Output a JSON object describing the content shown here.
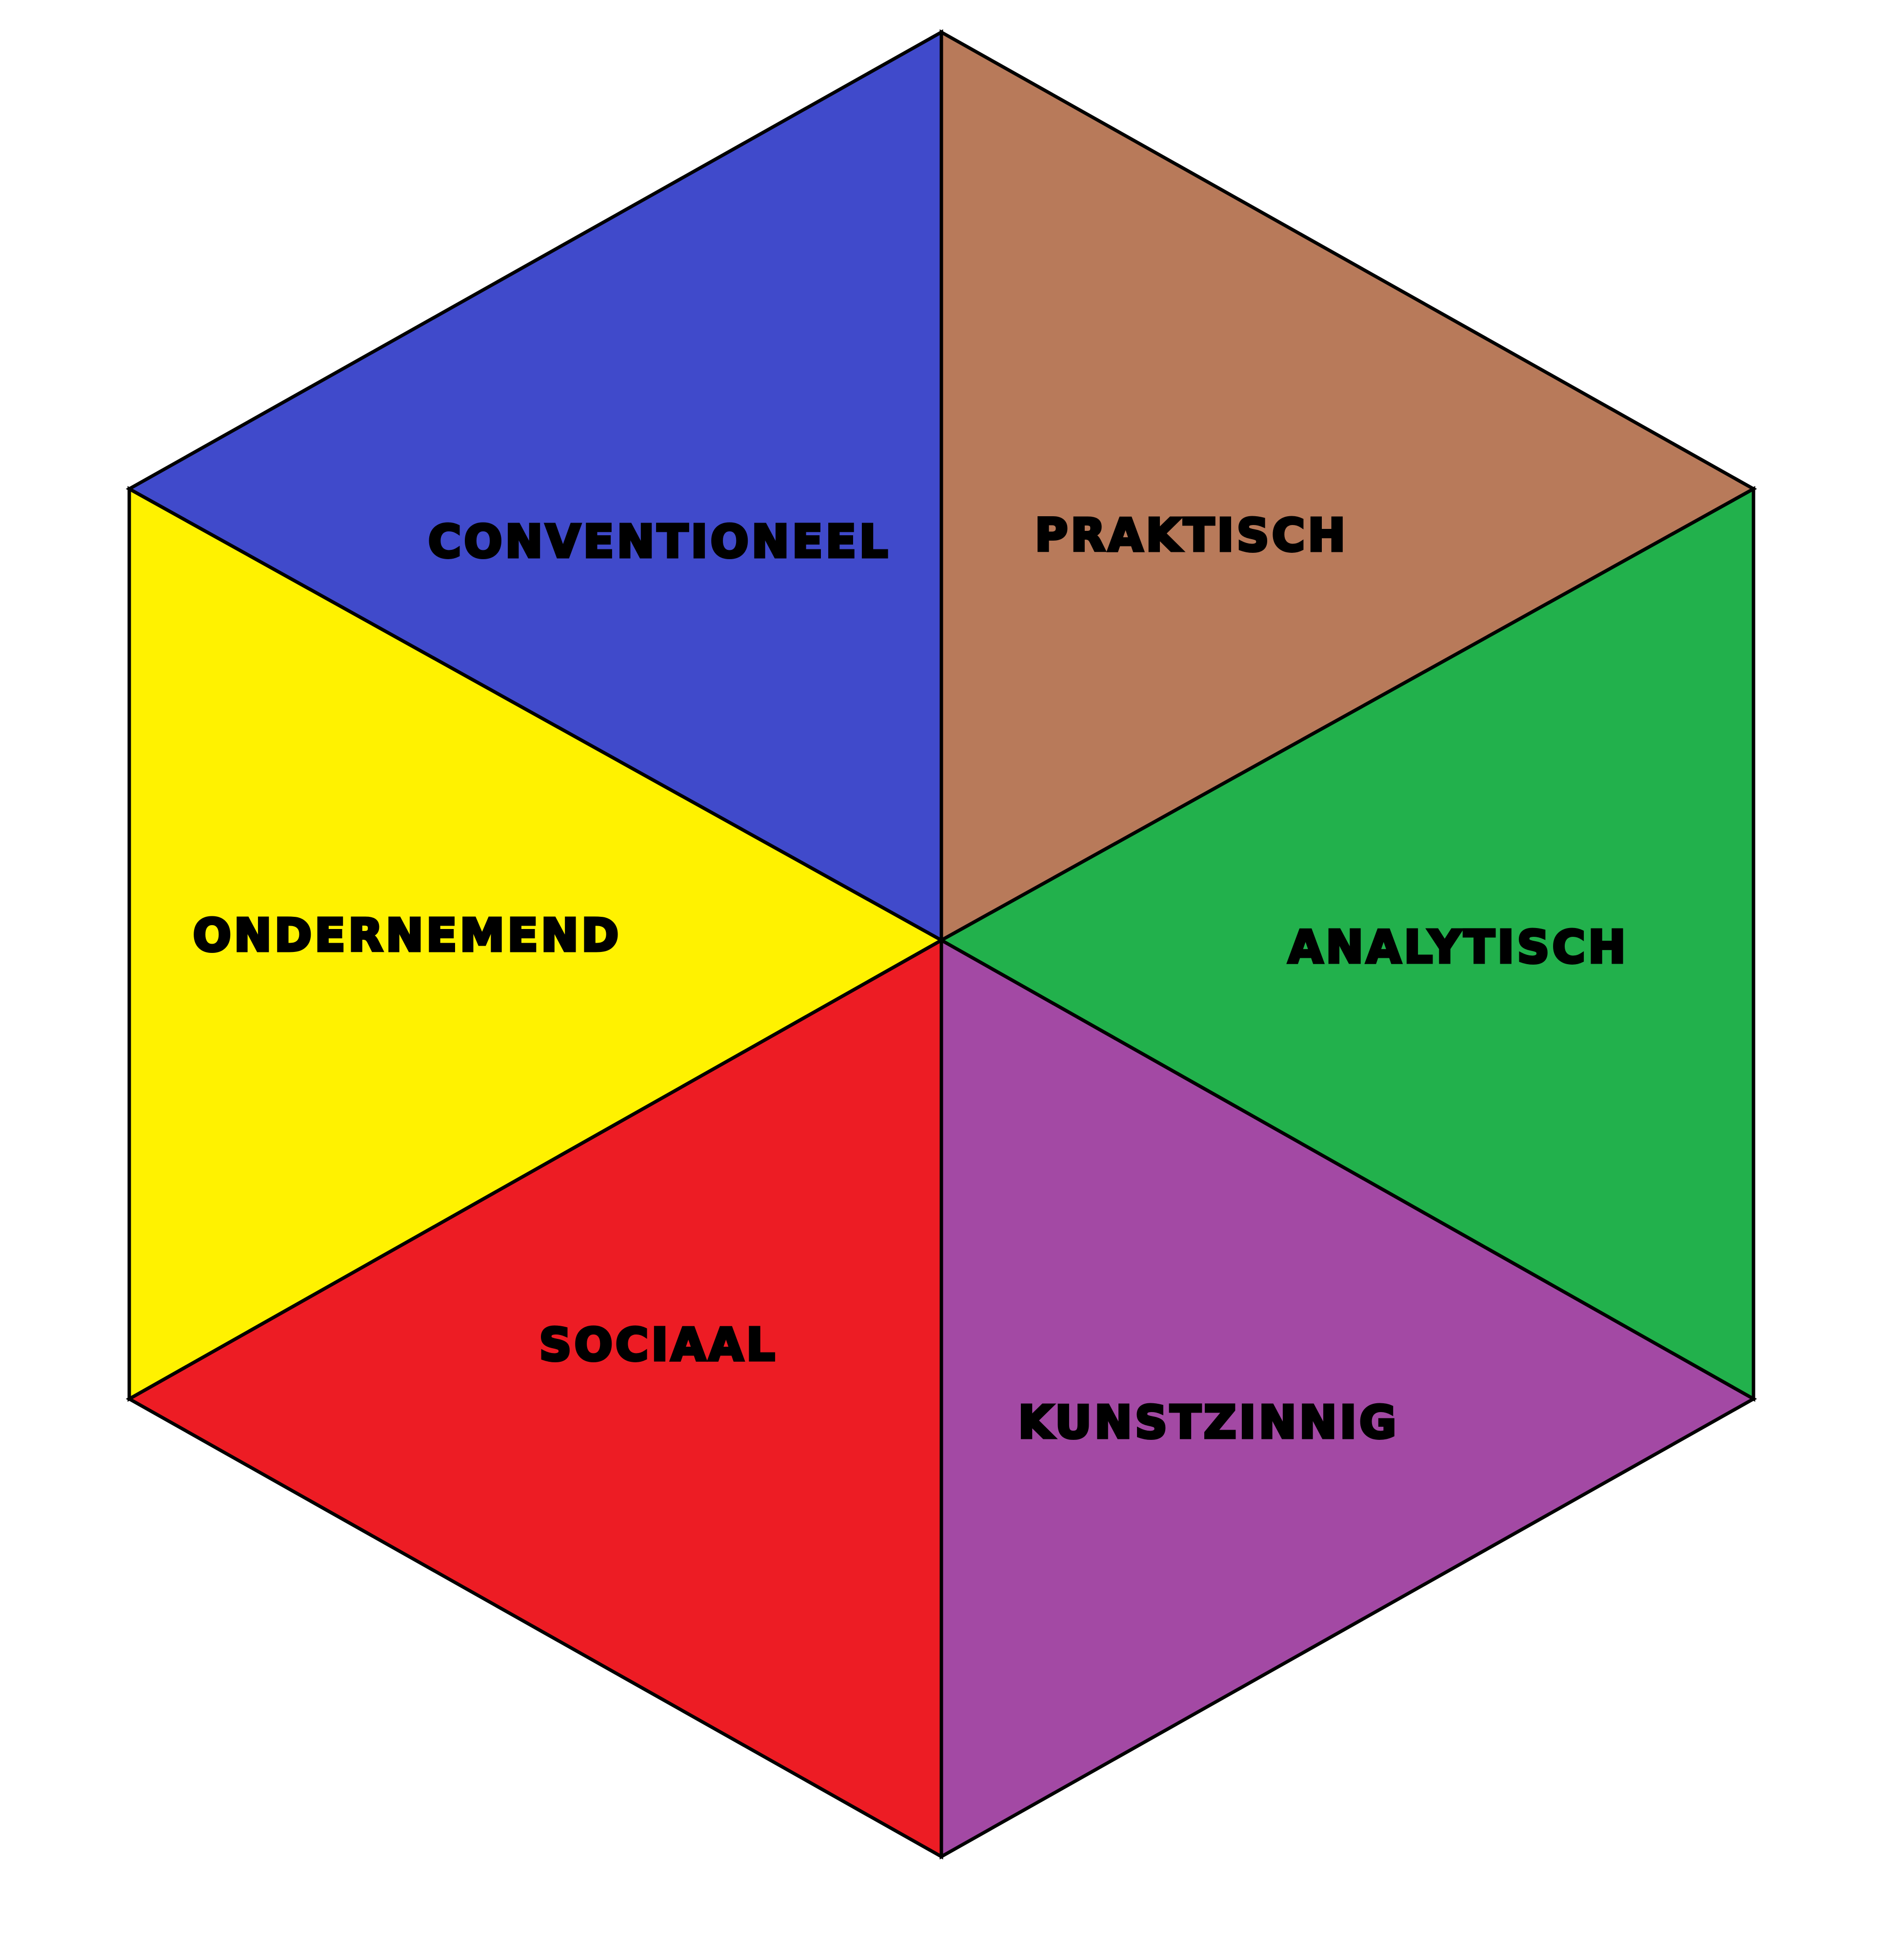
{
  "segments": [
    {
      "id": "conventioneel",
      "label": "CONVENTIONEEL",
      "color": "#404ACB"
    },
    {
      "id": "praktisch",
      "label": "PRAKTISCH",
      "color": "#B87A5A"
    },
    {
      "id": "analytisch",
      "label": "ANALYTISCH",
      "color": "#22B14C"
    },
    {
      "id": "kunstzinnig",
      "label": "KUNSTZINNIG",
      "color": "#A349A4"
    },
    {
      "id": "sociaal",
      "label": "SOCIAAL",
      "color": "#ED1C24"
    },
    {
      "id": "ondernemend",
      "label": "ONDERNEMEND",
      "color": "#FFF200"
    }
  ]
}
